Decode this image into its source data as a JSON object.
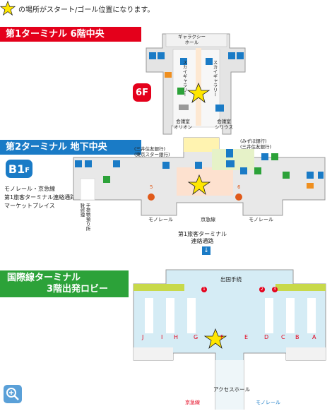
{
  "legend": {
    "text": "の場所がスタート/ゴール位置になります。"
  },
  "sections": {
    "t1": {
      "title": "第1ターミナル 6階中央",
      "floor": "6F"
    },
    "t2": {
      "title": "第2ターミナル 地下中央",
      "floor_main": "B1",
      "floor_suffix": "F",
      "left_notes": [
        "モノレール・京急線",
        "第1旅客ターミナル連絡通路",
        "マーケットプレイス"
      ]
    },
    "intl": {
      "title_line1": "国際線ターミナル",
      "title_line2": "3階出発ロビー"
    }
  },
  "t1_map": {
    "gallery_hall": "ギャラクシー\nホール",
    "sky_gallery_left": "スカイギャラリー",
    "sky_gallery_right": "スカイギャラリー",
    "bottom_left": "会議室\nオリオン",
    "bottom_right": "会議室\nシリウス"
  },
  "t2_map": {
    "bank_left": "(三井住友銀行)\n(東京スター銀行)",
    "bank_right": "(みずほ銀行)\n(三井住友銀行)",
    "monorail_left": "モノレール",
    "keikyu": "京急線",
    "monorail_right": "モノレール",
    "baggage": "手荷物預り所\n靴修理",
    "connection": "第1旅客ターミナル\n連絡通路",
    "info5": "5",
    "info6": "6"
  },
  "intl_map": {
    "departure_gate": "出国手続",
    "counters": [
      "J",
      "I",
      "H",
      "G",
      "F",
      "E",
      "D",
      "C",
      "B",
      "A"
    ],
    "access_hall": "アクセスホール",
    "keikyu": "京急線",
    "monorail": "モノレール",
    "markers": [
      "1",
      "2",
      "3"
    ]
  },
  "colors": {
    "red": "#e4001b",
    "blue": "#1a7bc6",
    "green": "#2ca239",
    "star": "#ffe600"
  }
}
